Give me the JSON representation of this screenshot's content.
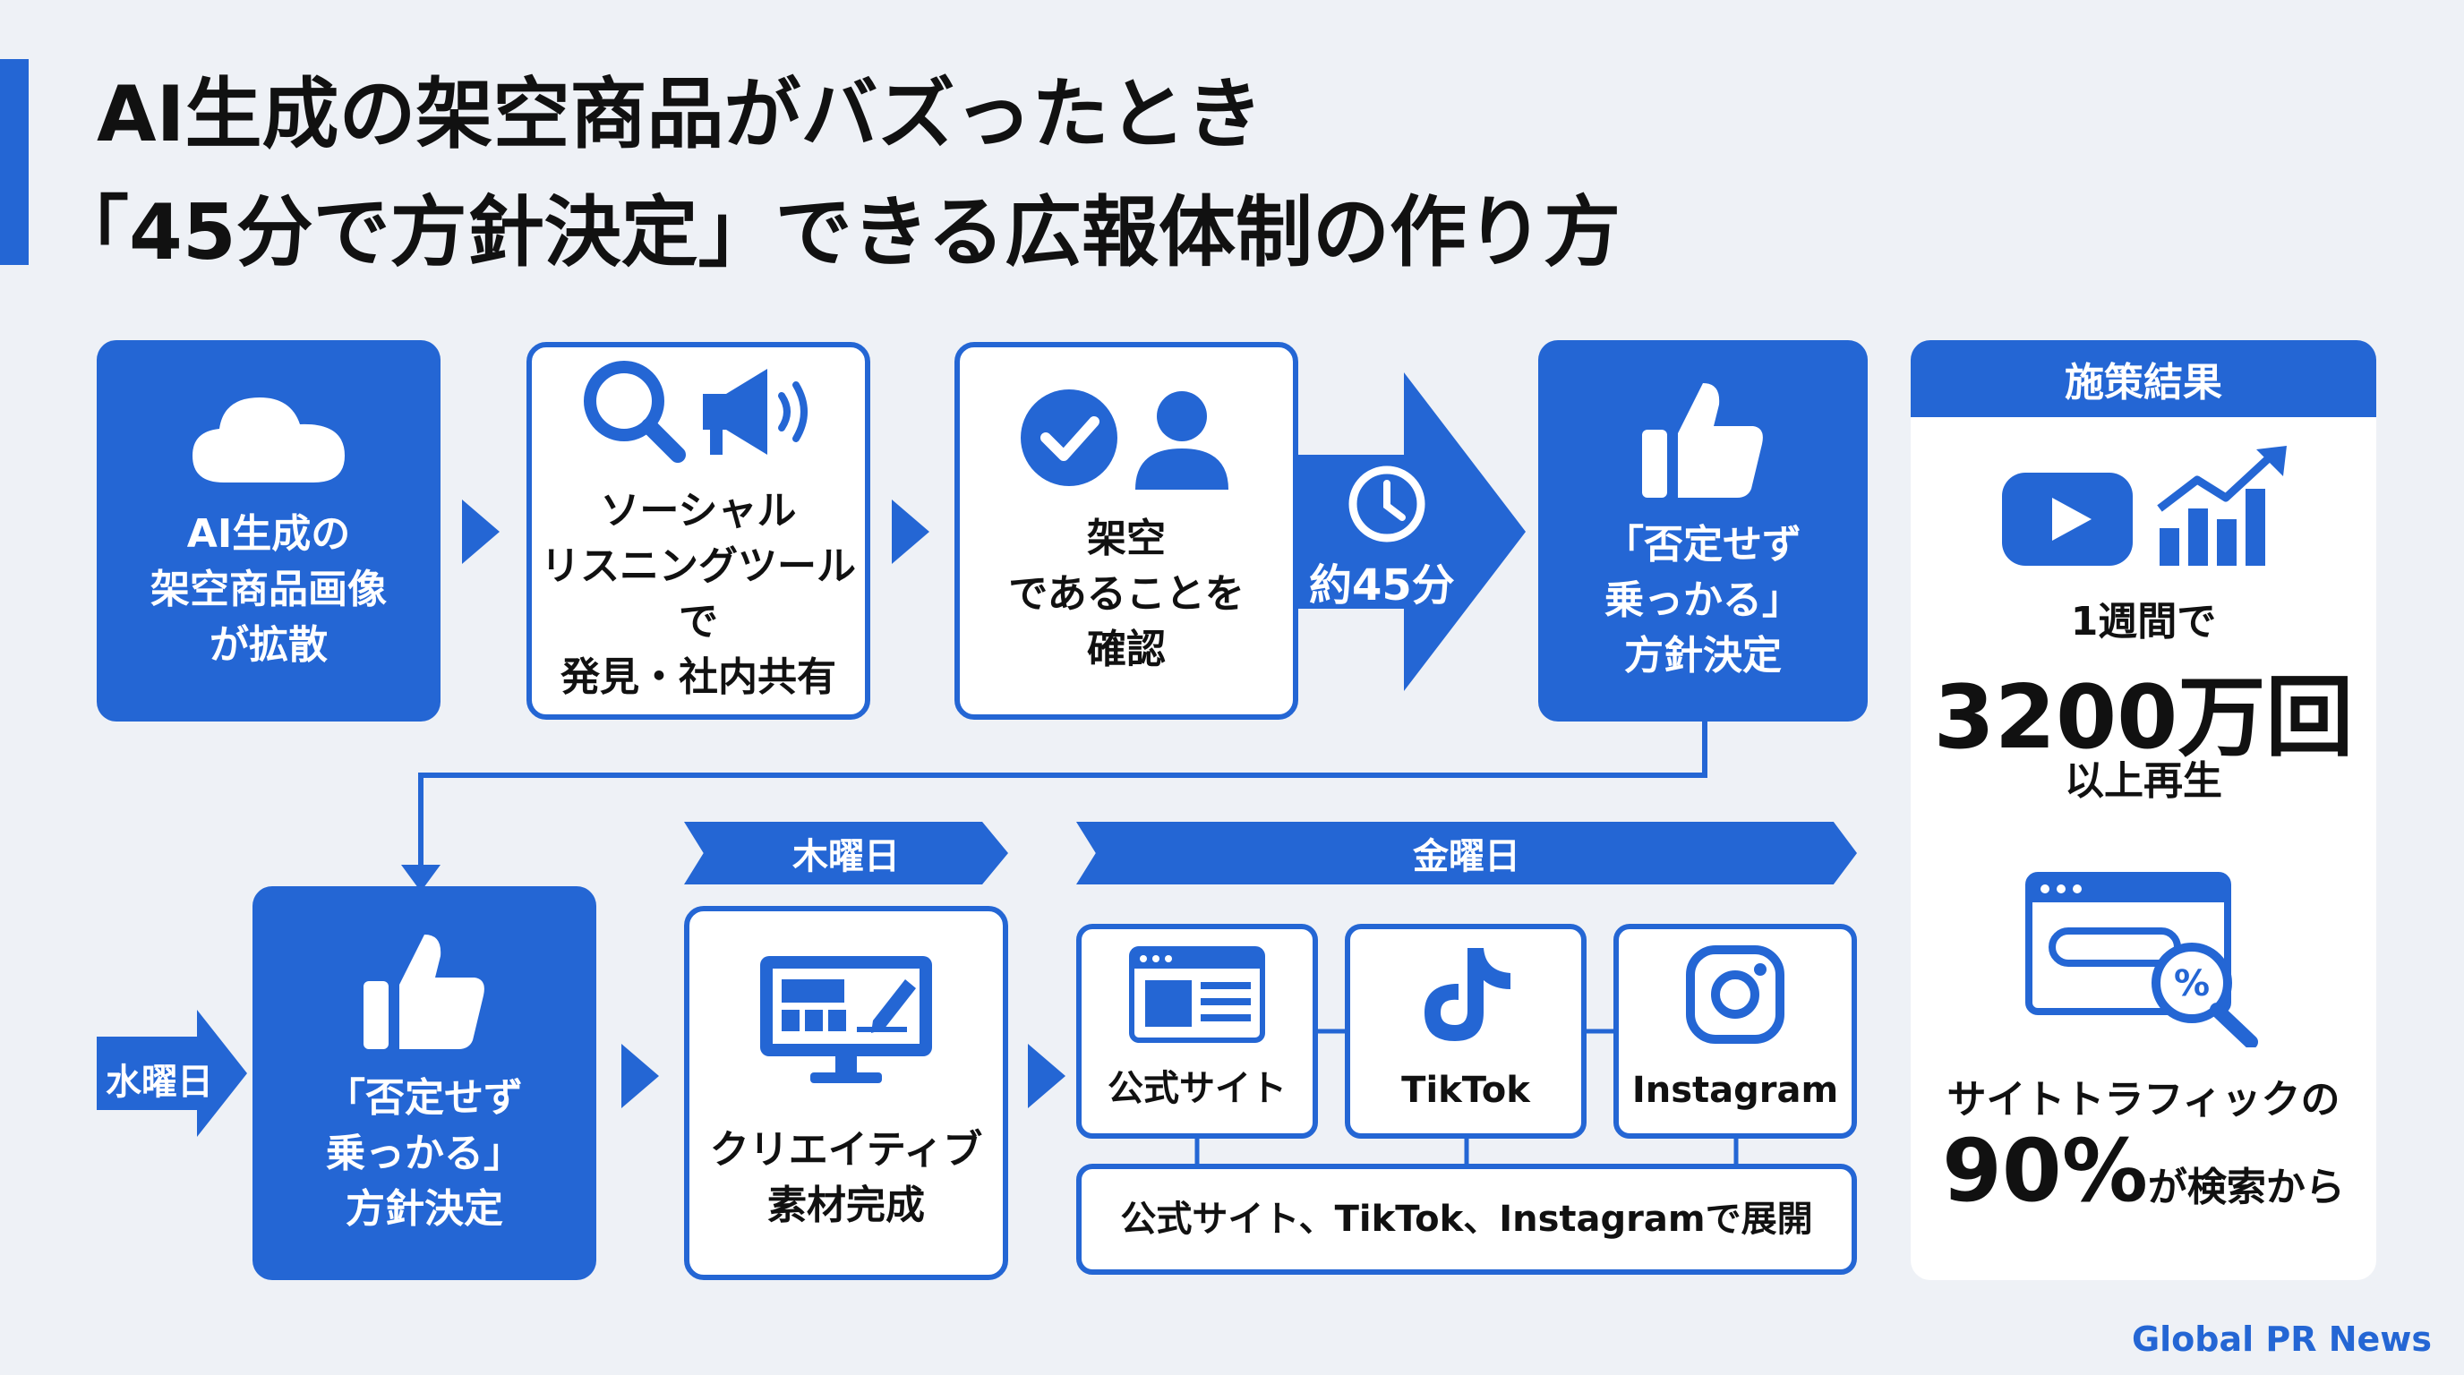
{
  "title": {
    "line1": "AI生成の架空商品がバズったとき",
    "line2": "「45分で方針決定」できる広報体制の作り方"
  },
  "flow_top": [
    {
      "label": "AI生成の\n架空商品画像\nが拡散",
      "icon": "cloud-icon"
    },
    {
      "label": "ソーシャル\nリスニングツールで\n発見・社内共有",
      "icon": "search-megaphone-icon"
    },
    {
      "label": "架空\nであることを\n確認",
      "icon": "check-user-icon"
    },
    {
      "label": "「否定せず\n乗っかる」\n方針決定",
      "icon": "thumbs-up-icon"
    }
  ],
  "timer": {
    "label": "約45分",
    "icon": "clock-icon"
  },
  "days": {
    "wed": "水曜日",
    "thu": "木曜日",
    "fri": "金曜日"
  },
  "flow_bottom": {
    "decision": "「否定せず\n乗っかる」\n方針決定",
    "creative": "クリエイティブ\n素材完成",
    "channels": [
      "公式サイト",
      "TikTok",
      "Instagram"
    ],
    "deploy": "公式サイト、TikTok、Instagramで展開"
  },
  "results": {
    "header": "施策結果",
    "views_pre": "1週間で",
    "views_big": "3200万回",
    "views_post": "以上再生",
    "traffic_pre": "サイトトラフィックの",
    "traffic_big": "90%",
    "traffic_post": "が検索から"
  },
  "footer": "Global PR News",
  "colors": {
    "accent": "#2466d4",
    "background": "#eef1f6"
  }
}
